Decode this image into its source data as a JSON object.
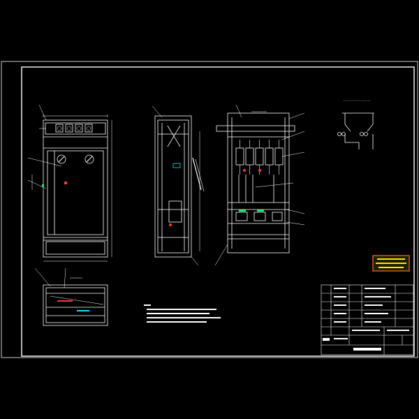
{
  "colors": {
    "background": "#000000",
    "frame": "#ffffff",
    "line": "#ffffff",
    "leader": "#ffffff",
    "red_mark": "#ff3b30",
    "cyan_mark": "#00e5ff",
    "green_mark": "#00ff66",
    "stamp_border": "#ff6a2b",
    "stamp_fill": "#1d1d00",
    "stamp_text": "#ffe600"
  },
  "front_view": {
    "meter_count": 4,
    "knob_count": 2
  },
  "side_view": {},
  "inner_view": {
    "breaker_count": 5
  },
  "schematic": {},
  "plan_view": {},
  "notes": {},
  "stamp": {},
  "title_block": {},
  "icons": {
    "meter": "analog-meter-icon",
    "knob": "rotary-switch-icon",
    "breaker": "circuit-breaker-icon"
  }
}
